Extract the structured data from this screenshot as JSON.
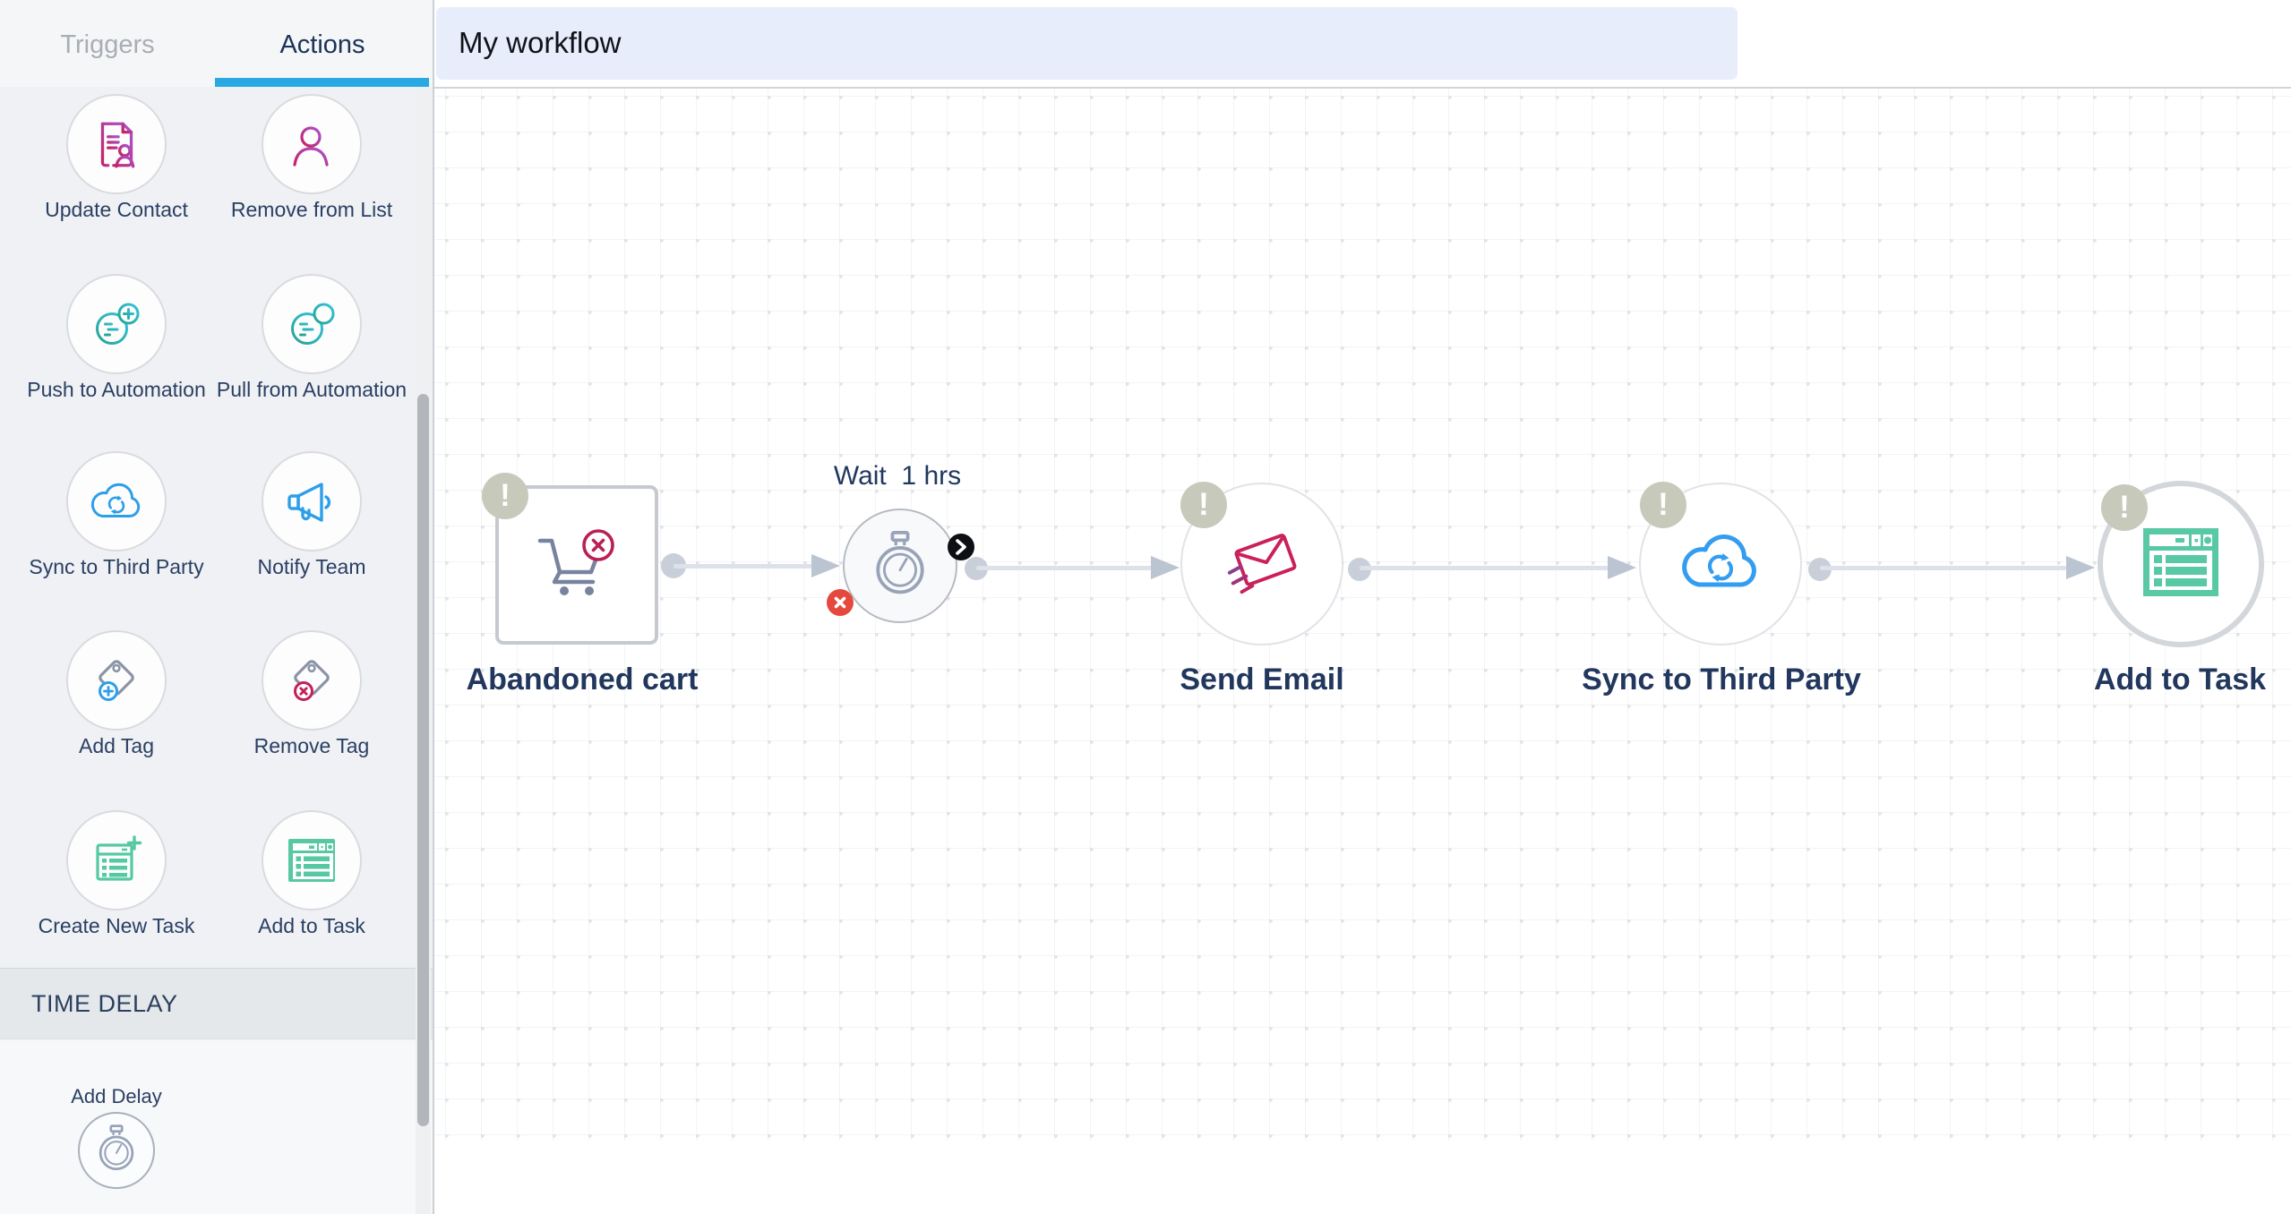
{
  "sidebar": {
    "tabs": [
      {
        "label": "Triggers",
        "active": false
      },
      {
        "label": "Actions",
        "active": true
      }
    ],
    "actions": [
      {
        "label": "Update Contact",
        "icon": "update-contact-icon"
      },
      {
        "label": "Remove from List",
        "icon": "remove-from-list-icon"
      },
      {
        "label": "Push to Automation",
        "icon": "push-to-automation-icon"
      },
      {
        "label": "Pull from Automation",
        "icon": "pull-from-automation-icon"
      },
      {
        "label": "Sync to Third Party",
        "icon": "sync-to-third-party-icon"
      },
      {
        "label": "Notify Team",
        "icon": "notify-team-icon"
      },
      {
        "label": "Add Tag",
        "icon": "add-tag-icon"
      },
      {
        "label": "Remove Tag",
        "icon": "remove-tag-icon"
      },
      {
        "label": "Create New Task",
        "icon": "create-new-task-icon"
      },
      {
        "label": "Add to Task",
        "icon": "add-to-task-icon"
      }
    ],
    "section_header": "TIME DELAY",
    "time_delay_item": {
      "label": "Add Delay",
      "icon": "stopwatch-icon"
    }
  },
  "canvas": {
    "title": "My workflow",
    "nodes": [
      {
        "label": "Abandoned cart",
        "shape": "rounded-square",
        "icon": "abandoned-cart-icon",
        "badges": [
          "warning"
        ]
      },
      {
        "label": "Wait  1 hrs",
        "shape": "circle",
        "icon": "stopwatch-icon",
        "badges": [
          "next",
          "error"
        ]
      },
      {
        "label": "Send Email",
        "shape": "circle",
        "icon": "send-email-icon",
        "badges": [
          "warning"
        ]
      },
      {
        "label": "Sync to Third Party",
        "shape": "circle",
        "icon": "cloud-sync-icon",
        "badges": [
          "warning"
        ]
      },
      {
        "label": "Add to Task",
        "shape": "circle",
        "icon": "task-window-icon",
        "badges": [
          "warning"
        ]
      }
    ],
    "badge_glyphs": {
      "warning": "!"
    }
  },
  "colors": {
    "tab_underline": "#2aa8e2",
    "title_bar_bg": "#e8edfb",
    "navy_text": "#21375d",
    "warning_badge": "#c7cabb",
    "error_badge": "#e5493e",
    "next_badge": "#0d0f12",
    "pink_icon": "#c6215f",
    "teal_icon": "#2aa89b",
    "blue_icon": "#2d9fe8",
    "green_icon": "#57c8a3",
    "slate_icon": "#78849f",
    "crimson_icon": "#cb2058",
    "connector": "#dde2ea"
  }
}
